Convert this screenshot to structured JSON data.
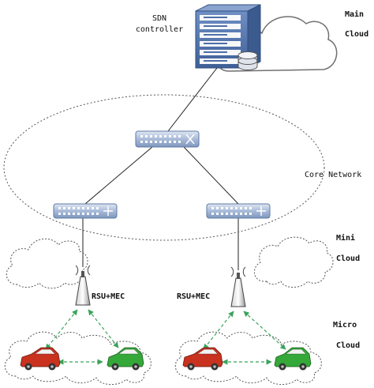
{
  "controller": {
    "line1": "SDN",
    "line2": "controller"
  },
  "main_cloud": {
    "line1": "Main",
    "line2": "Cloud"
  },
  "core_network": {
    "label": "Core Network"
  },
  "mini_cloud": {
    "line1": "Mini",
    "line2": "Cloud"
  },
  "micro_cloud": {
    "line1": "Micro",
    "line2": "Cloud"
  },
  "rsu_left": {
    "label": "RSU+MEC"
  },
  "rsu_right": {
    "label": "RSU+MEC"
  },
  "colors": {
    "server_blue": "#4e6fa8",
    "switch_blue": "#8fa8cc",
    "link_green": "#3aa35a",
    "car_red": "#c8321e",
    "car_green": "#35a83a",
    "cloud_stroke": "#666666"
  }
}
